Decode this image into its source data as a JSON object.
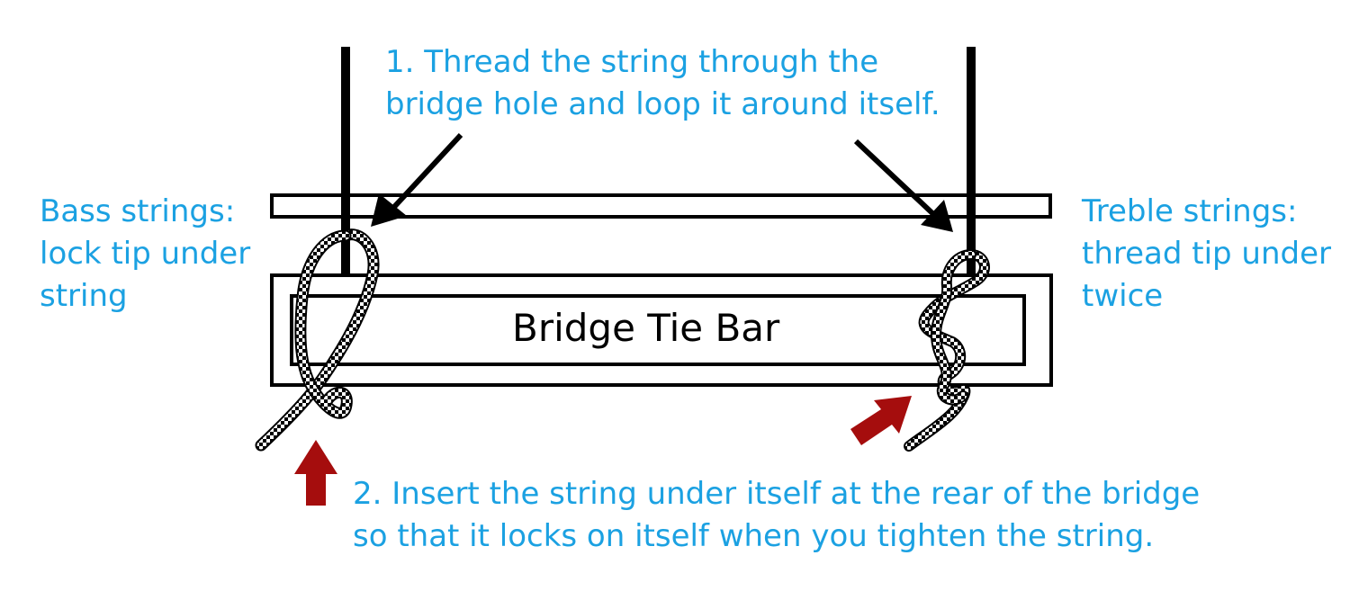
{
  "step1": {
    "line1": "1. Thread the string through the",
    "line2": "bridge hole and loop it around itself."
  },
  "step2": {
    "line1": "2. Insert the string under itself at the rear of the bridge",
    "line2": "so that it locks on itself when you tighten the string."
  },
  "bass": {
    "line1": "Bass strings:",
    "line2": "lock tip under",
    "line3": "string"
  },
  "treble": {
    "line1": "Treble strings:",
    "line2": "thread tip under",
    "line3": "twice"
  },
  "tie_bar_label": "Bridge Tie Bar",
  "colors": {
    "text_blue": "#1ba1e2",
    "arrow_red": "#a50d0d",
    "line_black": "#000000"
  }
}
